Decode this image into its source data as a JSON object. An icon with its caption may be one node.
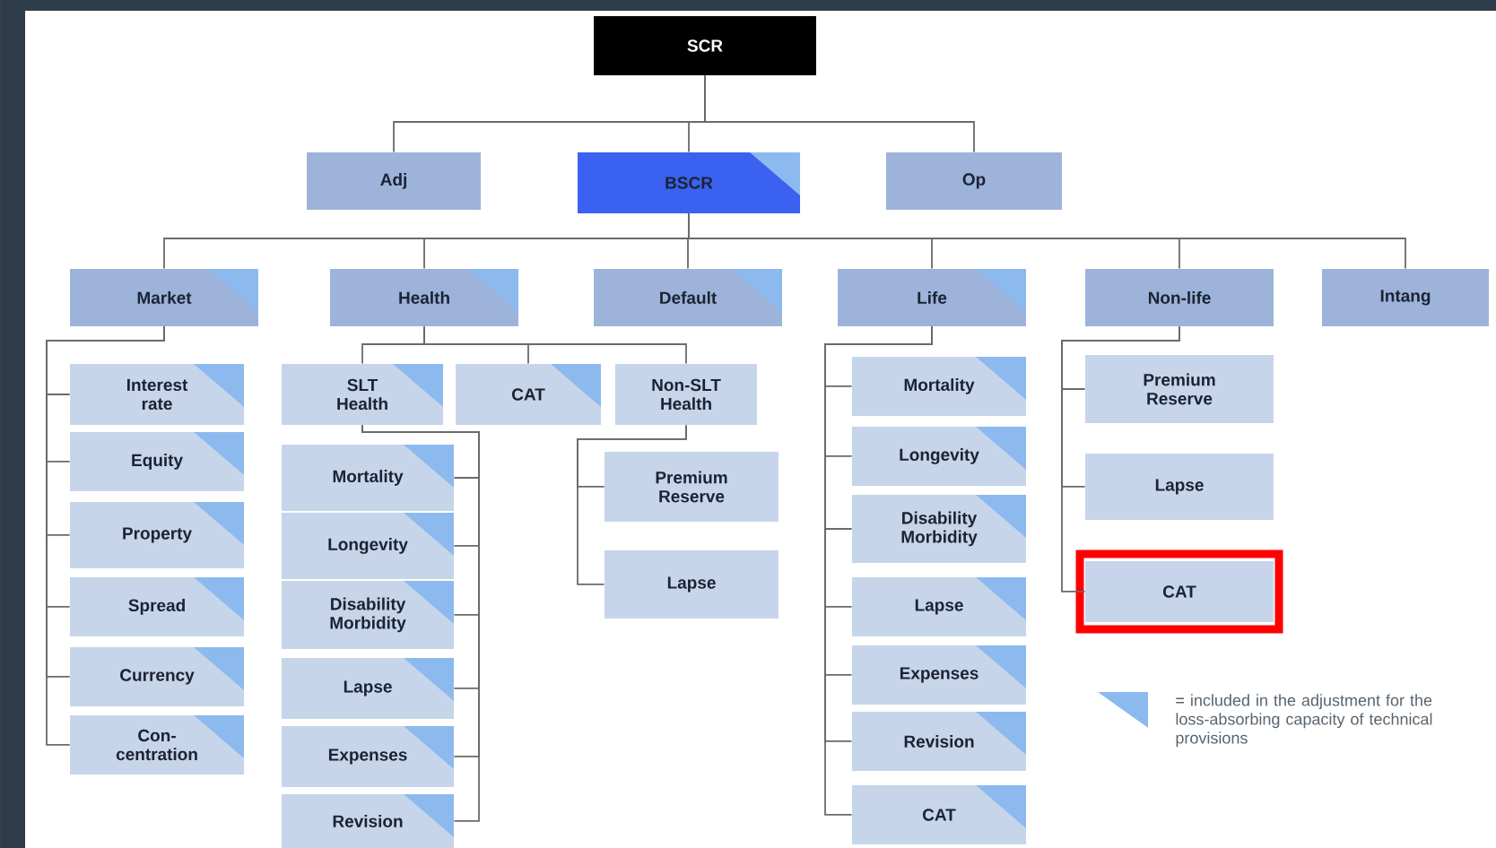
{
  "diagram": {
    "nodes": [
      {
        "text": [
          "SCR"
        ]
      },
      {
        "text": [
          "Adj"
        ]
      },
      {
        "text": [
          "BSCR"
        ]
      },
      {
        "text": [
          "Op"
        ]
      },
      {
        "text": [
          "Market"
        ]
      },
      {
        "text": [
          "Health"
        ]
      },
      {
        "text": [
          "Default"
        ]
      },
      {
        "text": [
          "Life"
        ]
      },
      {
        "text": [
          "Non-life"
        ]
      },
      {
        "text": [
          "Intang"
        ]
      },
      {
        "text": [
          "Interest rate"
        ]
      },
      {
        "text": [
          "Equity"
        ]
      },
      {
        "text": [
          "Property"
        ]
      },
      {
        "text": [
          "Spread"
        ]
      },
      {
        "text": [
          "Currency"
        ]
      },
      {
        "text": [
          "Con-centration"
        ]
      },
      {
        "text": [
          "SLT Health"
        ]
      },
      {
        "text": [
          "CAT"
        ]
      },
      {
        "text": [
          "Non-SLT Health"
        ]
      },
      {
        "text": [
          "Mortality"
        ]
      },
      {
        "text": [
          "Longevity"
        ]
      },
      {
        "text": [
          "Disability Morbidity"
        ]
      },
      {
        "text": [
          "Lapse"
        ]
      },
      {
        "text": [
          "Expenses"
        ]
      },
      {
        "text": [
          "Revision"
        ]
      },
      {
        "text": [
          "Premium Reserve"
        ]
      },
      {
        "text": [
          "Lapse"
        ]
      },
      {
        "text": [
          "Mortality"
        ]
      },
      {
        "text": [
          "Longevity"
        ]
      },
      {
        "text": [
          "Disability Morbidity"
        ]
      },
      {
        "text": [
          "Lapse"
        ]
      },
      {
        "text": [
          "Expenses"
        ]
      },
      {
        "text": [
          "Revision"
        ]
      },
      {
        "text": [
          "CAT"
        ]
      },
      {
        "text": [
          "Premium Reserve"
        ]
      },
      {
        "text": [
          "Lapse"
        ]
      },
      {
        "text": [
          "CAT"
        ]
      }
    ],
    "edges": [
      {
        "from": 0,
        "to": 1,
        "arrow": "none"
      },
      {
        "from": 0,
        "to": 2,
        "arrow": "none"
      },
      {
        "from": 0,
        "to": 3,
        "arrow": "none"
      },
      {
        "from": 2,
        "to": 4,
        "arrow": "none"
      },
      {
        "from": 2,
        "to": 5,
        "arrow": "none"
      },
      {
        "from": 2,
        "to": 6,
        "arrow": "none"
      },
      {
        "from": 2,
        "to": 7,
        "arrow": "none"
      },
      {
        "from": 2,
        "to": 8,
        "arrow": "none"
      },
      {
        "from": 2,
        "to": 9,
        "arrow": "none"
      },
      {
        "from": 4,
        "to": 10,
        "arrow": "none"
      },
      {
        "from": 4,
        "to": 11,
        "arrow": "none"
      },
      {
        "from": 4,
        "to": 12,
        "arrow": "none"
      },
      {
        "from": 4,
        "to": 13,
        "arrow": "none"
      },
      {
        "from": 4,
        "to": 14,
        "arrow": "none"
      },
      {
        "from": 4,
        "to": 15,
        "arrow": "none"
      },
      {
        "from": 5,
        "to": 16,
        "arrow": "none"
      },
      {
        "from": 5,
        "to": 17,
        "arrow": "none"
      },
      {
        "from": 5,
        "to": 18,
        "arrow": "none"
      },
      {
        "from": 16,
        "to": 19,
        "arrow": "none"
      },
      {
        "from": 16,
        "to": 20,
        "arrow": "none"
      },
      {
        "from": 16,
        "to": 21,
        "arrow": "none"
      },
      {
        "from": 16,
        "to": 22,
        "arrow": "none"
      },
      {
        "from": 16,
        "to": 23,
        "arrow": "none"
      },
      {
        "from": 16,
        "to": 24,
        "arrow": "none"
      },
      {
        "from": 18,
        "to": 25,
        "arrow": "none"
      },
      {
        "from": 18,
        "to": 26,
        "arrow": "none"
      },
      {
        "from": 7,
        "to": 27,
        "arrow": "none"
      },
      {
        "from": 7,
        "to": 28,
        "arrow": "none"
      },
      {
        "from": 7,
        "to": 29,
        "arrow": "none"
      },
      {
        "from": 7,
        "to": 30,
        "arrow": "none"
      },
      {
        "from": 7,
        "to": 31,
        "arrow": "none"
      },
      {
        "from": 7,
        "to": 32,
        "arrow": "none"
      },
      {
        "from": 7,
        "to": 33,
        "arrow": "none"
      },
      {
        "from": 8,
        "to": 34,
        "arrow": "none"
      },
      {
        "from": 8,
        "to": 35,
        "arrow": "none"
      },
      {
        "from": 8,
        "to": 36,
        "arrow": "none"
      }
    ],
    "legend": [
      {
        "text": "= included in the adjustment for the loss-absorbing capacity of technical provisions"
      }
    ]
  }
}
